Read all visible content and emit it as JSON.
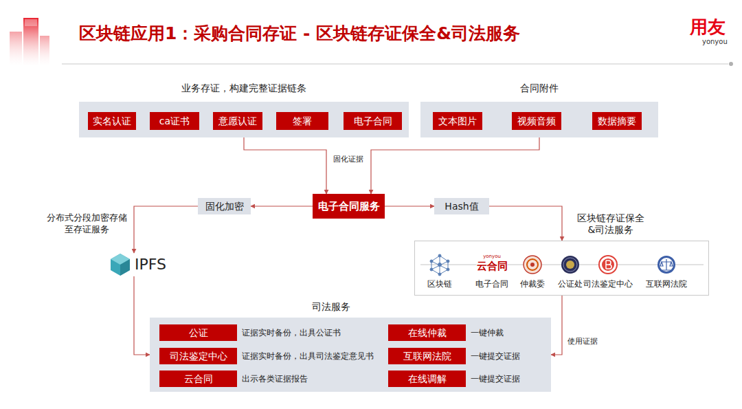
{
  "diagram": {
    "title": "区块链应用1：采购合同存证 - 区块链存证保全&司法服务",
    "nodes": [
      {
        "text": [
          "业务存证，构建完整证据链条"
        ]
      },
      {
        "text": [
          "实名认证"
        ],
        "in": 0
      },
      {
        "text": [
          "ca证书"
        ],
        "in": 0
      },
      {
        "text": [
          "意愿认证"
        ],
        "in": 0
      },
      {
        "text": [
          "签署"
        ],
        "in": 0
      },
      {
        "text": [
          "电子合同"
        ],
        "in": 0
      },
      {
        "text": [
          "合同附件"
        ]
      },
      {
        "text": [
          "文本图片"
        ],
        "in": 6
      },
      {
        "text": [
          "视频音频"
        ],
        "in": 6
      },
      {
        "text": [
          "数据摘要"
        ],
        "in": 6
      },
      {
        "text": [
          "固化加密"
        ]
      },
      {
        "text": [
          "电子合同服务"
        ]
      },
      {
        "text": [
          "Hash值"
        ]
      },
      {
        "text": [
          "IPFS"
        ]
      },
      {
        "text": [
          "区块链存证保全&司法服务"
        ]
      },
      {
        "text": [
          "区块链"
        ],
        "in": 14
      },
      {
        "text": [
          "yonyou",
          "云合同",
          "电子合同"
        ],
        "in": 14
      },
      {
        "text": [
          "仲裁委"
        ],
        "in": 14
      },
      {
        "text": [
          "公证处"
        ],
        "in": 14
      },
      {
        "text": [
          "司法鉴定中心"
        ],
        "in": 14
      },
      {
        "text": [
          "互联网法院"
        ],
        "in": 14
      },
      {
        "text": [
          "司法服务"
        ]
      },
      {
        "text": [
          "公证",
          "证据实时备份，出具公证书"
        ],
        "in": 21
      },
      {
        "text": [
          "司法鉴定中心",
          "证据实时备份，出具司法鉴定意见书"
        ],
        "in": 21
      },
      {
        "text": [
          "云合同",
          "出示各类证据报告"
        ],
        "in": 21
      },
      {
        "text": [
          "在线仲裁",
          "一键仲裁"
        ],
        "in": 21
      },
      {
        "text": [
          "互联网法院",
          "一键提交证据"
        ],
        "in": 21
      },
      {
        "text": [
          "在线调解",
          "一键提交证据"
        ],
        "in": 21
      }
    ],
    "edges": [
      {
        "from": 1,
        "to": 2,
        "arrow": "to"
      },
      {
        "from": 2,
        "to": 3,
        "arrow": "to"
      },
      {
        "from": 3,
        "to": 4,
        "arrow": "to"
      },
      {
        "from": 4,
        "to": 5,
        "arrow": "to"
      },
      {
        "from": 0,
        "to": 11,
        "label": "固化证据",
        "arrow": "to"
      },
      {
        "from": 6,
        "to": 11,
        "arrow": "to"
      },
      {
        "from": 11,
        "to": 10,
        "arrow": "to"
      },
      {
        "from": 10,
        "to": 13,
        "label": "分布式分段加密存储至存证服务",
        "arrow": "to"
      },
      {
        "from": 11,
        "to": 12,
        "arrow": "to"
      },
      {
        "from": 12,
        "to": 14,
        "arrow": "to"
      },
      {
        "from": 13,
        "to": 21,
        "arrow": "to"
      },
      {
        "from": 14,
        "to": 21,
        "label": "使用证据",
        "arrow": "to"
      }
    ],
    "labels": [
      "用友",
      "yonyou"
    ]
  }
}
